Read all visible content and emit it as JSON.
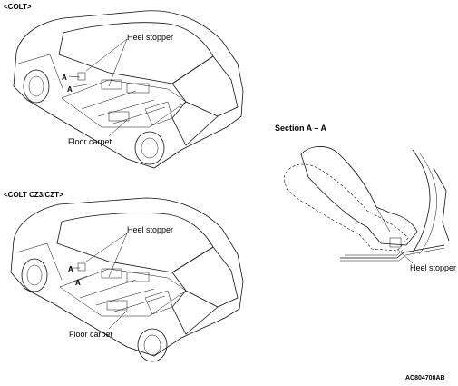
{
  "diagram": {
    "top_car": {
      "heading": "<COLT>",
      "callout_heel_stopper": "Heel stopper",
      "callout_floor_carpet": "Floor carpet",
      "section_marks": [
        "A",
        "A"
      ]
    },
    "bottom_car": {
      "heading": "<COLT CZ3/CZT>",
      "callout_heel_stopper": "Heel stopper",
      "callout_floor_carpet": "Floor carpet",
      "section_marks": [
        "A",
        "A"
      ]
    },
    "section_view": {
      "title": "Section A – A",
      "callout_heel_stopper": "Heel stopper"
    },
    "figure_code": "AC804708AB"
  }
}
